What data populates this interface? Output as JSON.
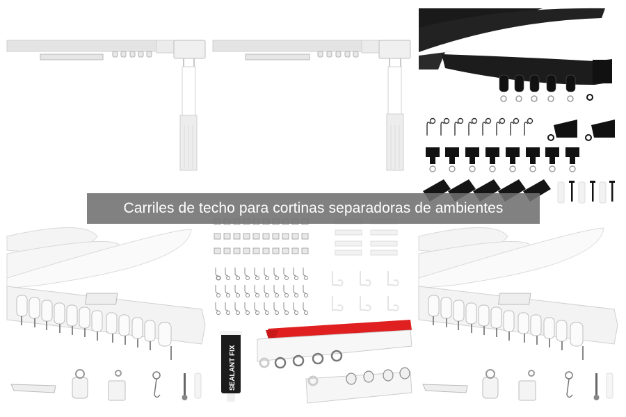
{
  "caption": {
    "text": "Carriles de techo para cortinas separadoras de ambientes",
    "background": "#707070",
    "color": "#ffffff"
  },
  "panels": [
    {
      "id": "top-left",
      "subject": "white telescopic curtain rail with wand"
    },
    {
      "id": "top-center",
      "subject": "white telescopic curtain rail with wand"
    },
    {
      "id": "top-right",
      "subject": "black flexible ceiling track kit",
      "parts": [
        "curved black track",
        "5 runners",
        "8 S-hooks",
        "2 end caps",
        "8 gliders",
        "5 ceiling clips",
        "3 anchors",
        "3 screws"
      ]
    },
    {
      "id": "bottom-left",
      "subject": "white flexible ceiling track kit",
      "parts": [
        "ceiling clip",
        "glider",
        "end stop",
        "hook",
        "screw",
        "anchor"
      ]
    },
    {
      "id": "bottom-center",
      "subject": "adhesive ceiling track kit",
      "product_label": "SEALANT FIX",
      "accent_color": "#e02020"
    },
    {
      "id": "bottom-right",
      "subject": "white flexible ceiling track kit",
      "parts": [
        "ceiling clip",
        "glider",
        "end stop",
        "hook",
        "screw",
        "anchor"
      ]
    }
  ]
}
